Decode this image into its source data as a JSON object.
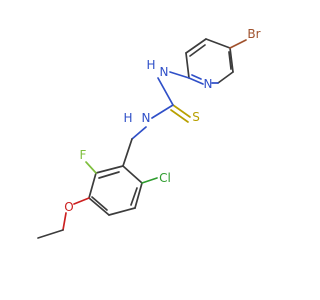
{
  "atoms": {
    "br": {
      "label": "Br",
      "color": "#a0522d"
    },
    "nh_top": {
      "label": "H",
      "color": "#3050c8"
    },
    "n_top": {
      "label": "N",
      "color": "#3050c8"
    },
    "n_pyridine": {
      "label": "N",
      "color": "#3050c8"
    },
    "s": {
      "label": "S",
      "color": "#b8a000"
    },
    "nh_mid": {
      "label": "H",
      "color": "#3050c8"
    },
    "n_mid": {
      "label": "N",
      "color": "#3050c8"
    },
    "cl": {
      "label": "Cl",
      "color": "#2e9c2e"
    },
    "f": {
      "label": "F",
      "color": "#7fbf3f"
    },
    "o": {
      "label": "O",
      "color": "#cc2020"
    }
  }
}
